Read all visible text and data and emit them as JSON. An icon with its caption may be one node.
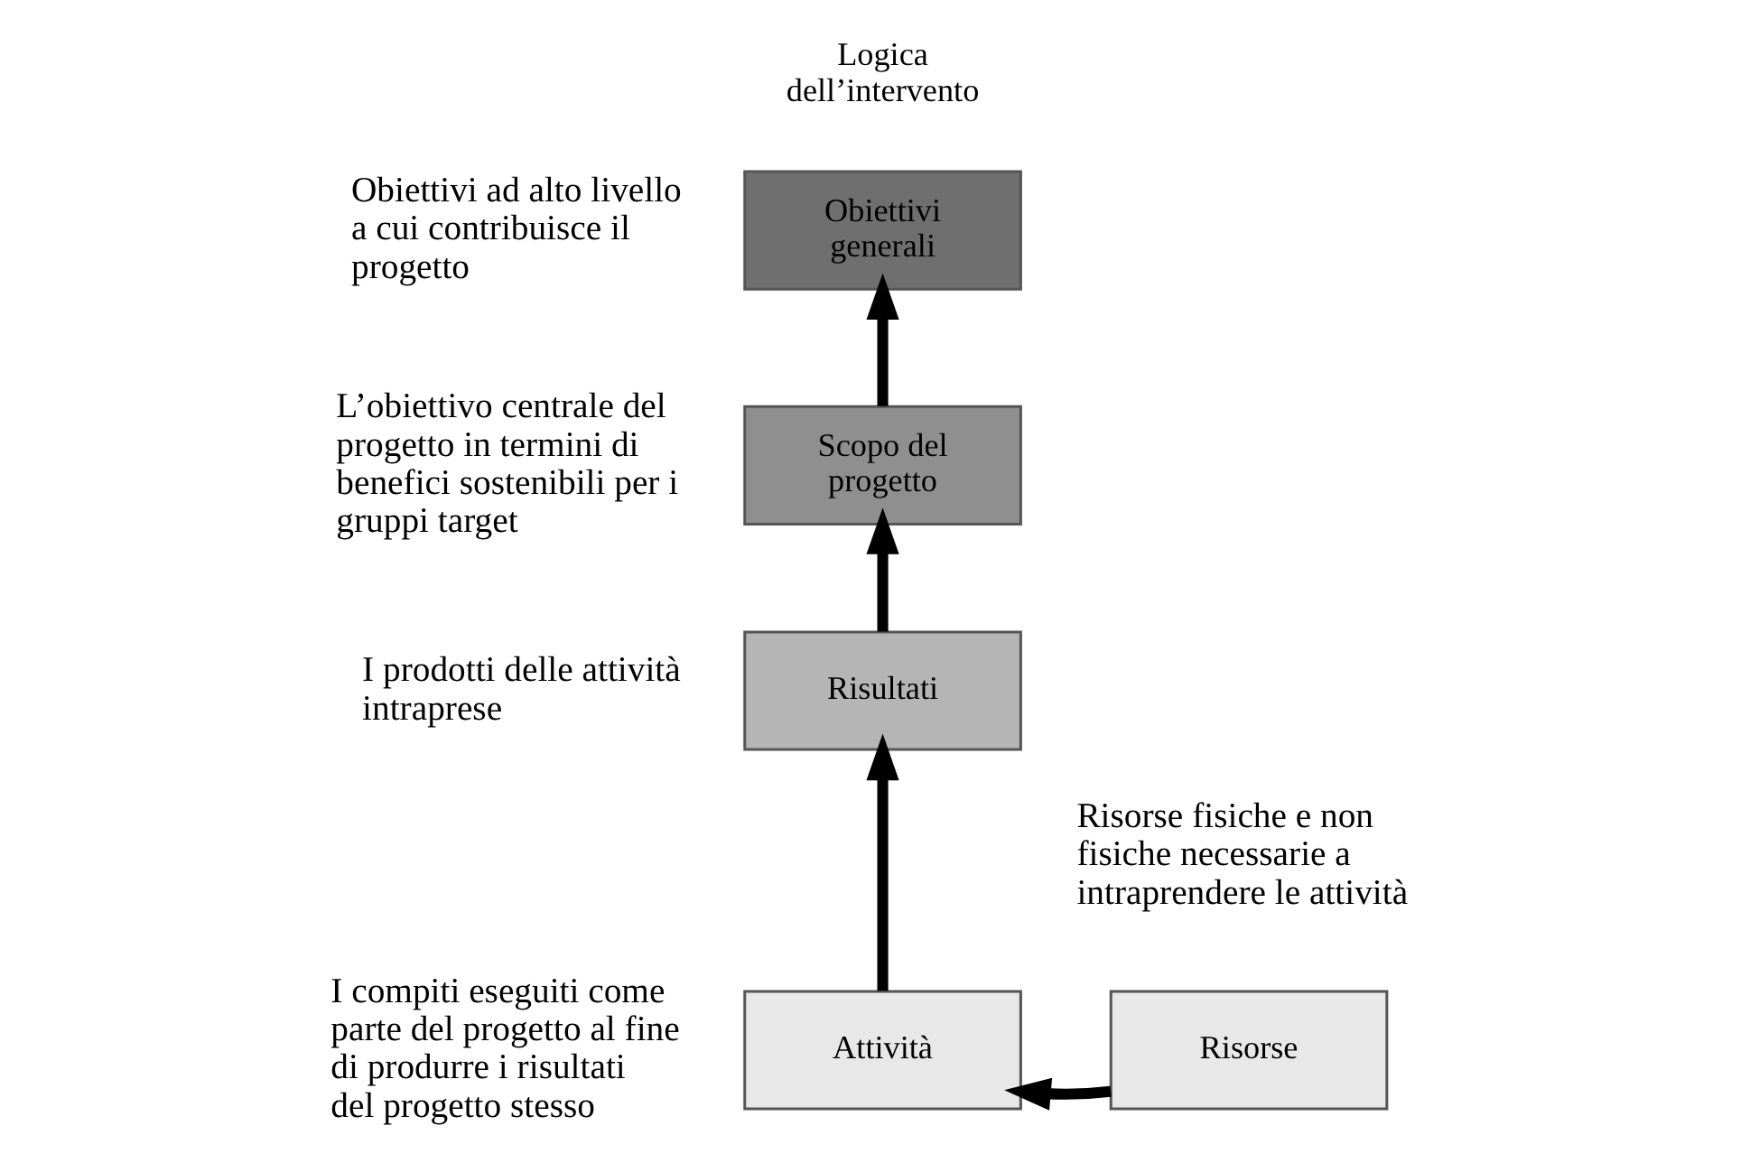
{
  "diagram": {
    "nodes": [
      {
        "text": [
          "Obiettivi generali"
        ],
        "beside": [
          "Obiettivi ad alto livello a cui contribuisce il progetto"
        ]
      },
      {
        "text": [
          "Scopo del progetto"
        ],
        "beside": [
          "L’obiettivo centrale del progetto in termini di benefici sostenibili per i gruppi target"
        ]
      },
      {
        "text": [
          "Risultati"
        ],
        "beside": [
          "I prodotti delle attività intraprese"
        ]
      },
      {
        "text": [
          "Attività"
        ],
        "beside": [
          "I compiti eseguiti come parte del progetto al fine di produrre i risultati del progetto stesso"
        ]
      },
      {
        "text": [
          "Risorse"
        ],
        "beside": [
          "Risorse fisiche e non fisiche necessarie a intraprendere le attività"
        ]
      }
    ],
    "edges": [
      {
        "from": 3,
        "to": 2,
        "arrow": "to"
      },
      {
        "from": 2,
        "to": 1,
        "arrow": "to"
      },
      {
        "from": 1,
        "to": 0,
        "arrow": "to"
      },
      {
        "from": 4,
        "to": 3,
        "arrow": "to"
      }
    ],
    "labels": [
      "Logica dell’intervento"
    ]
  }
}
